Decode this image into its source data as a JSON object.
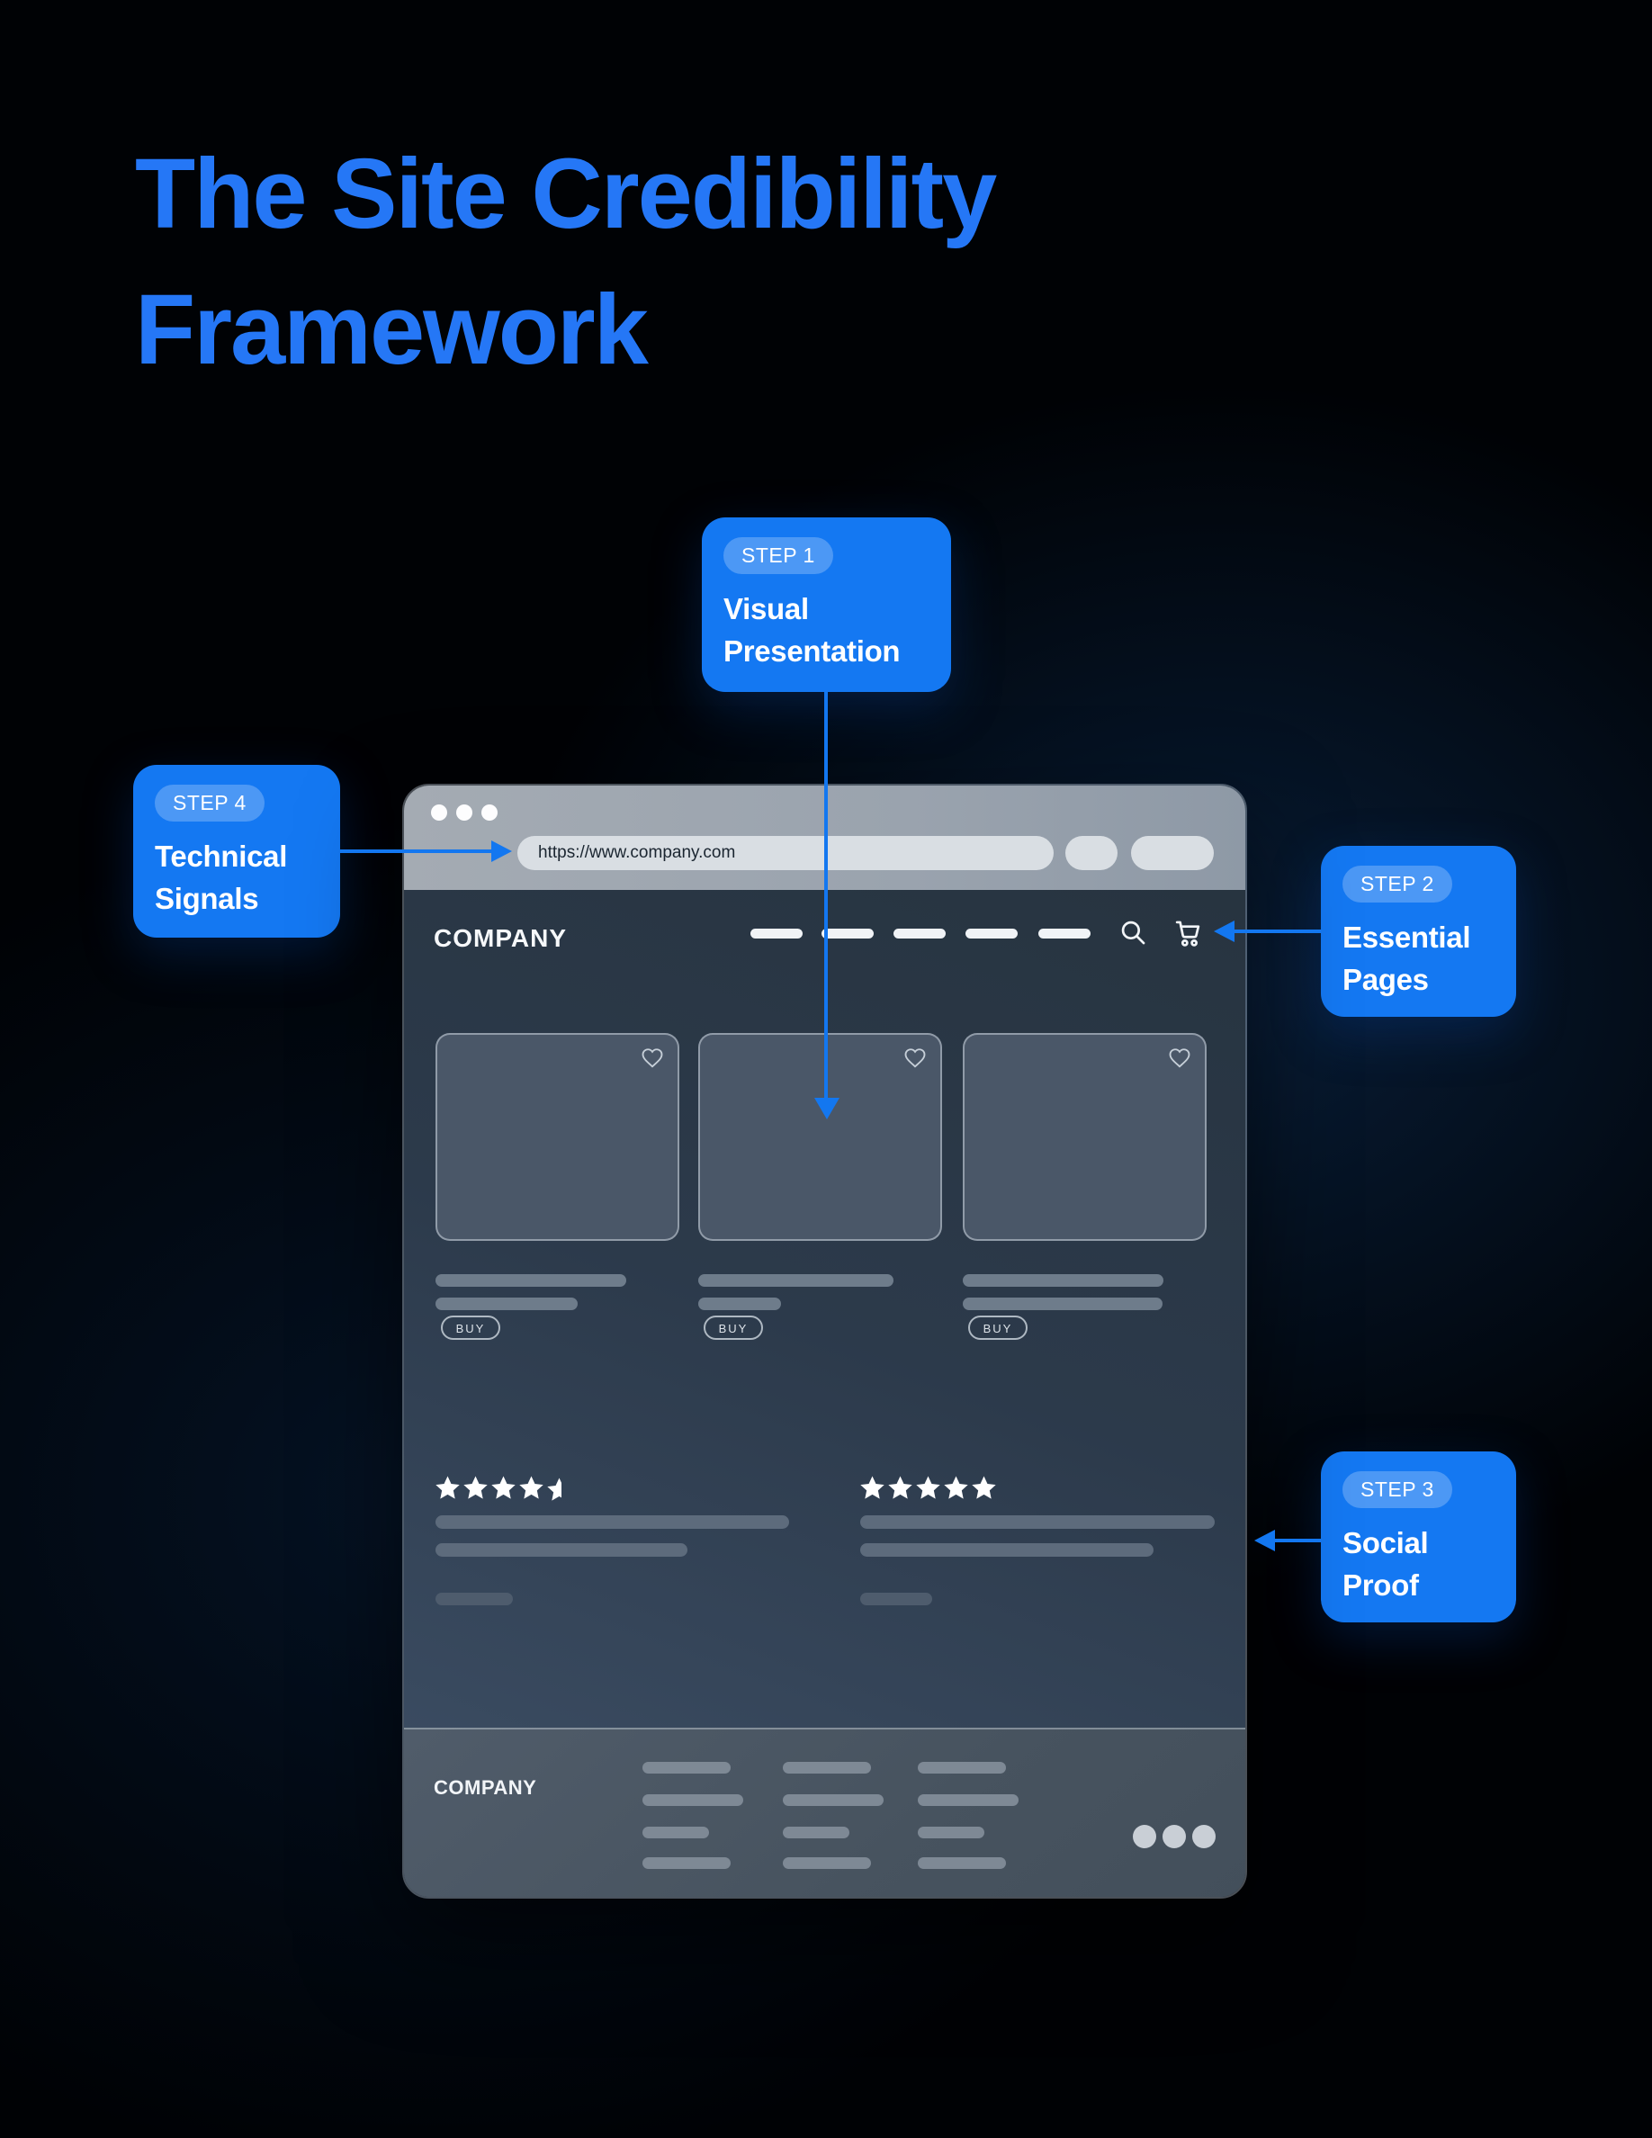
{
  "page_title": {
    "line1": "The Site Credibility",
    "line2": "Framework"
  },
  "steps": [
    {
      "badge": "STEP 1",
      "label": "Visual Presentation"
    },
    {
      "badge": "STEP 2",
      "label": "Essential Pages"
    },
    {
      "badge": "STEP 3",
      "label": "Social Proof"
    },
    {
      "badge": "STEP 4",
      "label": "Technical Signals"
    }
  ],
  "browser": {
    "window_controls": {
      "dot_count": 3
    },
    "address_bar": {
      "url": "https://www.company.com"
    },
    "navbar": {
      "logo": "COMPANY",
      "nav_placeholder_count": 5,
      "icons": [
        "search-icon",
        "cart-icon"
      ]
    },
    "products": [
      {
        "favorite_icon": "heart-icon",
        "buy_label": "BUY"
      },
      {
        "favorite_icon": "heart-icon",
        "buy_label": "BUY"
      },
      {
        "favorite_icon": "heart-icon",
        "buy_label": "BUY"
      }
    ],
    "reviews": [
      {
        "rating_stars": 4.5
      },
      {
        "rating_stars": 5
      }
    ],
    "footer": {
      "logo": "COMPANY",
      "link_column_count": 3,
      "social_dot_count": 3
    }
  },
  "colors": {
    "accent_blue": "#1377F0",
    "title_blue": "#2577F6",
    "chrome_gray": "#9EA6AE",
    "page_dark": "#2C3A4B",
    "footer_gray": "#47535F"
  }
}
